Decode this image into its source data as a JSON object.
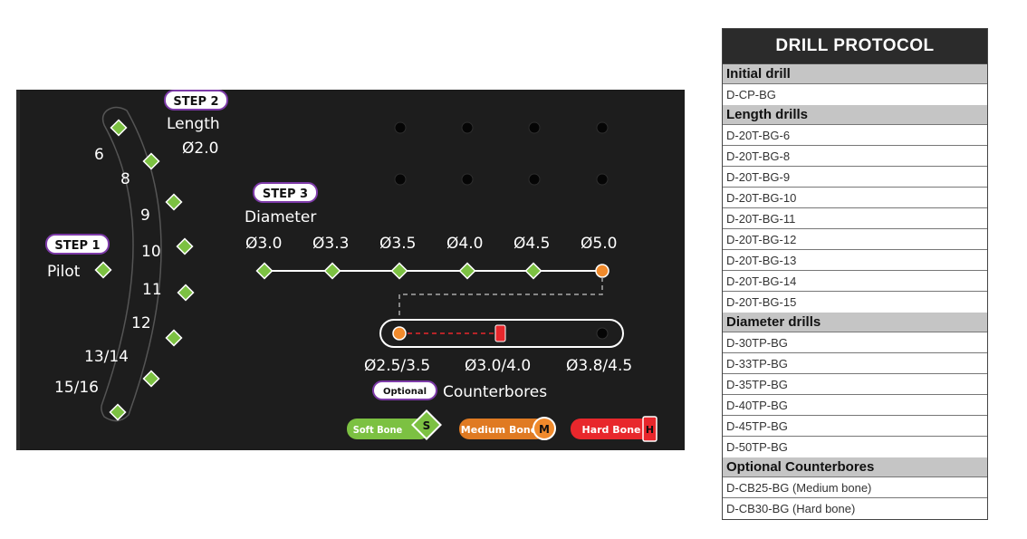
{
  "colors": {
    "tray": "#1d1d1d",
    "soft": "#7cc142",
    "medium": "#e07a22",
    "hard": "#e8272c",
    "orange_dot": "#f08a2c",
    "red_mark": "#e8272c"
  },
  "steps": {
    "step1": {
      "badge": "STEP 1",
      "label": "Pilot"
    },
    "step2": {
      "badge": "STEP 2",
      "label": "Length",
      "size": "Ø2.0"
    },
    "step3": {
      "badge": "STEP 3",
      "label": "Diameter"
    }
  },
  "length_labels": [
    "6",
    "8",
    "9",
    "10",
    "11",
    "12",
    "13/14",
    "15/16"
  ],
  "diameter_labels": [
    "Ø3.0",
    "Ø3.3",
    "Ø3.5",
    "Ø4.0",
    "Ø4.5",
    "Ø5.0"
  ],
  "counterbore": {
    "labels": [
      "Ø2.5/3.5",
      "Ø3.0/4.0",
      "Ø3.8/4.5"
    ],
    "optional_badge": "Optional",
    "title": "Counterbores"
  },
  "legend": {
    "soft": {
      "label": "Soft Bone",
      "letter": "S"
    },
    "medium": {
      "label": "Medium Bone",
      "letter": "M"
    },
    "hard": {
      "label": "Hard Bone",
      "letter": "H"
    }
  },
  "protocol": {
    "title": "DRILL PROTOCOL",
    "initial_header": "Initial drill",
    "initial": [
      "D-CP-BG"
    ],
    "length_header": "Length drills",
    "length": [
      "D-20T-BG-6",
      "D-20T-BG-8",
      "D-20T-BG-9",
      "D-20T-BG-10",
      "D-20T-BG-11",
      "D-20T-BG-12",
      "D-20T-BG-13",
      "D-20T-BG-14",
      "D-20T-BG-15"
    ],
    "diameter_header": "Diameter drills",
    "diameter": [
      "D-30TP-BG",
      "D-33TP-BG",
      "D-35TP-BG",
      "D-40TP-BG",
      "D-45TP-BG",
      "D-50TP-BG"
    ],
    "counterbore_header": "Optional Counterbores",
    "counterbores": [
      "D-CB25-BG (Medium bone)",
      "D-CB30-BG (Hard bone)"
    ]
  }
}
